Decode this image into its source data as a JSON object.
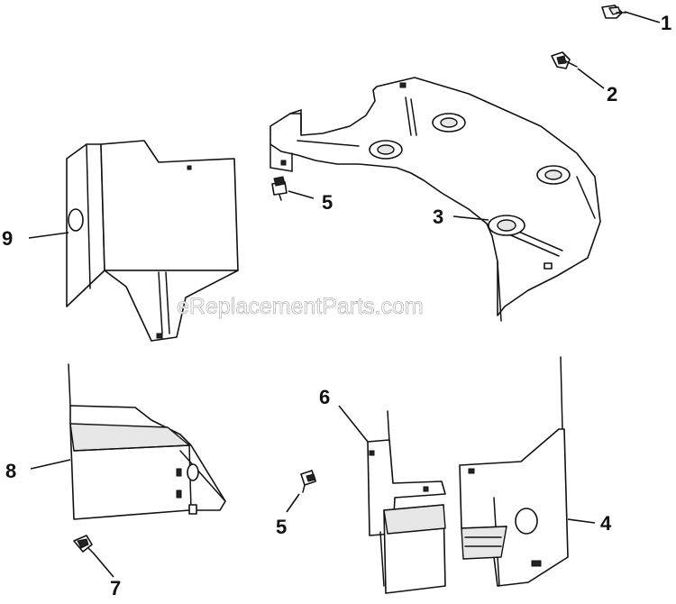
{
  "watermark": "eReplacementParts.com",
  "callouts": {
    "c1": "1",
    "c2": "2",
    "c3": "3",
    "c4": "4",
    "c5a": "5",
    "c5b": "5",
    "c6": "6",
    "c7": "7",
    "c8": "8",
    "c9": "9"
  }
}
